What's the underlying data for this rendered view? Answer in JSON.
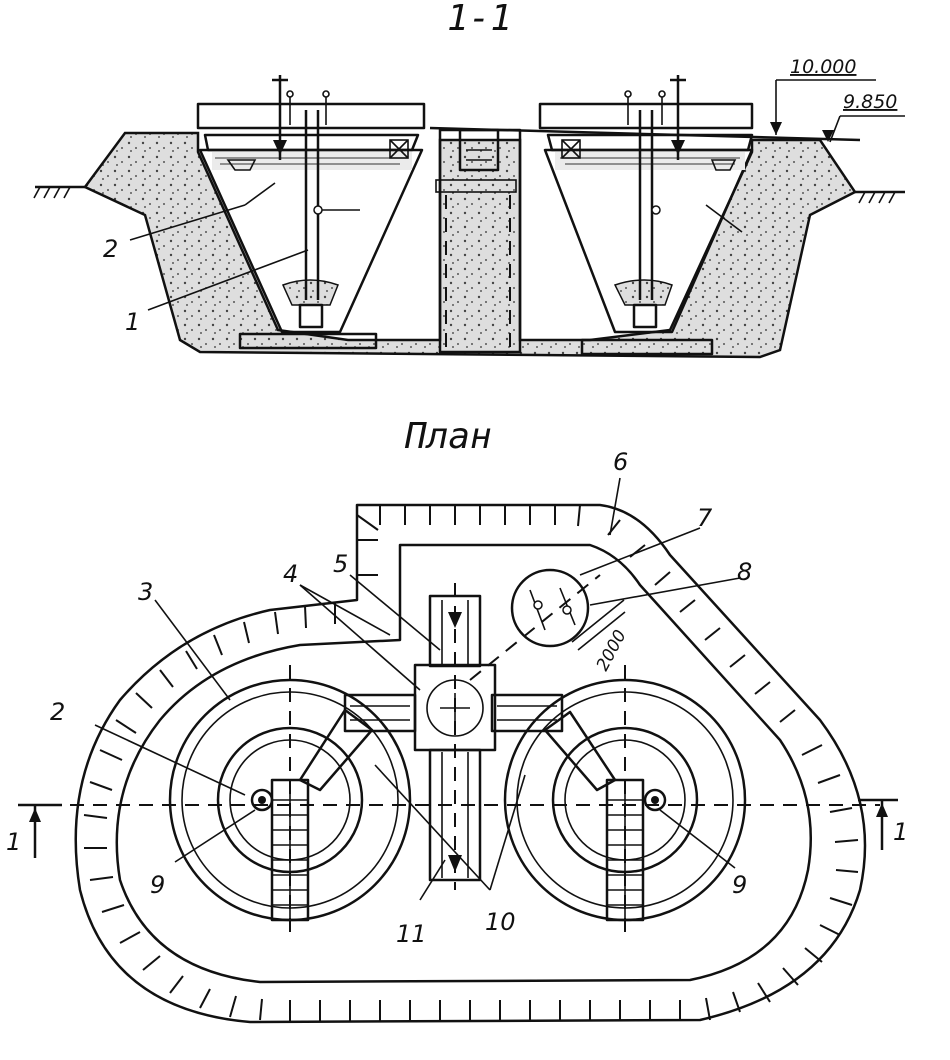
{
  "section": {
    "title": "1-1",
    "elevations": [
      "10.000",
      "9.850"
    ],
    "labels": [
      "1",
      "2"
    ]
  },
  "plan": {
    "title": "План",
    "labels": [
      "2",
      "3",
      "4",
      "5",
      "6",
      "7",
      "8",
      "9",
      "9",
      "10",
      "11"
    ],
    "dimension": "2000",
    "cut_marks": [
      "1",
      "1"
    ]
  }
}
